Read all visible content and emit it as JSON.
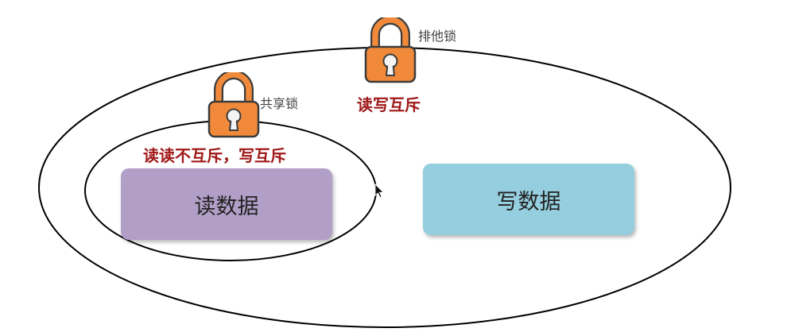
{
  "exclusive_lock": {
    "name": "排他锁",
    "rule": "读写互斥"
  },
  "shared_lock": {
    "name": "共享锁",
    "rule": "读读不互斥，写互斥"
  },
  "read_box": {
    "label": "读数据"
  },
  "write_box": {
    "label": "写数据"
  },
  "colors": {
    "lock_orange": "#f08a3a",
    "rule_text": "#a01818",
    "read_box": "#b29fc8",
    "write_box": "#95cede"
  },
  "icons": {
    "lock": "padlock-icon",
    "cursor": "mouse-pointer-icon"
  }
}
